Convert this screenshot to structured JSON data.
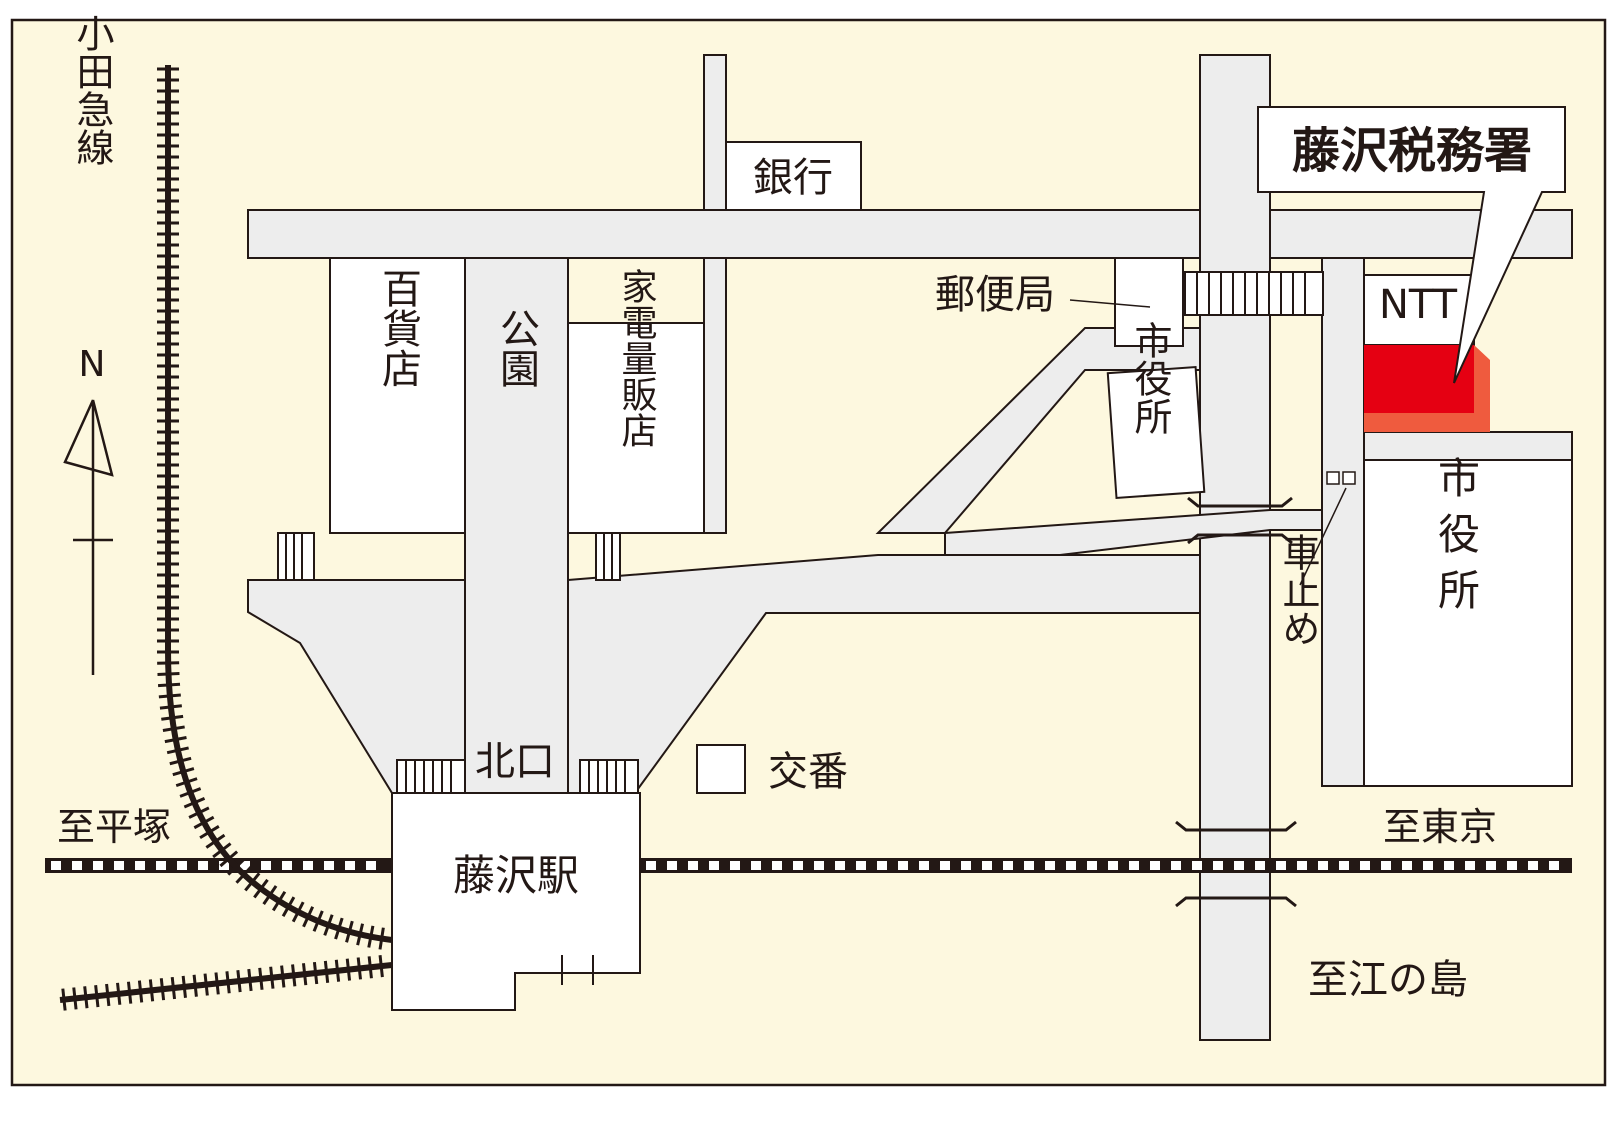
{
  "title": "藤沢税務署",
  "railway_oer": "小田急線",
  "north": "N",
  "places": {
    "bank": "銀行",
    "post_office": "郵便局",
    "ntt": "NTT",
    "dept_store": "百貨店",
    "park": "公園",
    "electronics": "家電量販店",
    "city_hall_small": "市役所",
    "city_hall_large": "市役所",
    "car_stop": "車止め",
    "koban": "交番",
    "station": "藤沢駅",
    "north_exit": "北口"
  },
  "directions": {
    "hiratsuka": "至平塚",
    "tokyo": "至東京",
    "enoshima": "至江の島"
  },
  "colors": {
    "background": "#fdf8df",
    "road": "#ededed",
    "target": "#e50012",
    "target_side": "#ef5b3e",
    "line": "#231815"
  }
}
